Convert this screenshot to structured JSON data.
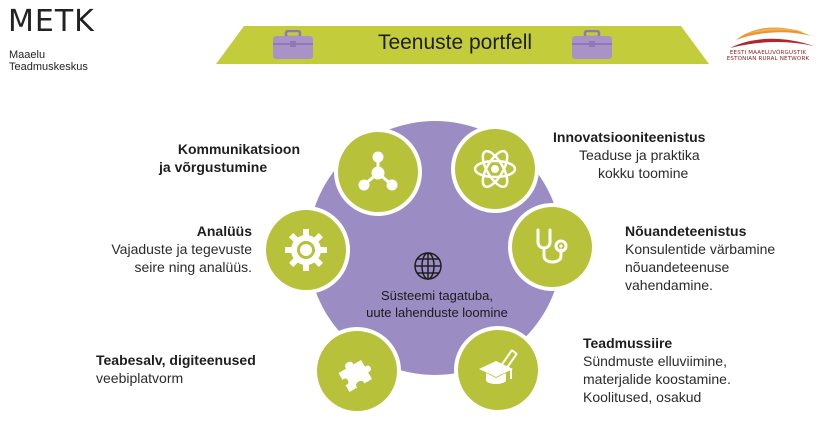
{
  "header": {
    "logo_mark": "METK",
    "logo_sub_line1": "Maaelu",
    "logo_sub_line2": "Teadmuskeskus",
    "title": "Teenuste portfell",
    "network_line1": "EESTI MAAELUVÕRGUSTIK",
    "network_line2": "ESTONIAN RURAL NETWORK",
    "colors": {
      "banner": "#c3cc3a",
      "briefcase": "#a992c8",
      "network_orange": "#e8962e",
      "network_red": "#b0262a"
    }
  },
  "diagram": {
    "colors": {
      "hub": "#9c8cc4",
      "node": "#b7c23a"
    },
    "center": {
      "icon": "globe-icon",
      "line1": "Süsteemi tagatuba,",
      "line2": "uute lahenduste loomine"
    },
    "nodes": [
      {
        "icon": "network-icon",
        "title_line1": "Kommunikatsioon",
        "title_line2": "ja võrgustumine",
        "desc_lines": []
      },
      {
        "icon": "atom-icon",
        "title_line1": "Innovatsiooniteenistus",
        "title_line2": "",
        "desc_lines": [
          "Teaduse ja praktika",
          "kokku toomine"
        ]
      },
      {
        "icon": "gear-icon",
        "title_line1": "Analüüs",
        "title_line2": "",
        "desc_lines": [
          "Vajaduste ja tegevuste",
          "seire ning analüüs."
        ]
      },
      {
        "icon": "stethoscope-icon",
        "title_line1": "Nõuandeteenistus",
        "title_line2": "",
        "desc_lines": [
          "Konsulentide värbamine",
          "nõuandeteenuse",
          "vahendamine."
        ]
      },
      {
        "icon": "puzzle-icon",
        "title_line1": "Teabesalv, digiteenused",
        "title_line2": "",
        "desc_lines": [
          "veebiplatvorm"
        ]
      },
      {
        "icon": "graduation-icon",
        "title_line1": "Teadmussiire",
        "title_line2": "",
        "desc_lines": [
          "Sündmuste elluviimine,",
          "materjalide koostamine.",
          "Koolitused, osakud"
        ]
      }
    ]
  }
}
